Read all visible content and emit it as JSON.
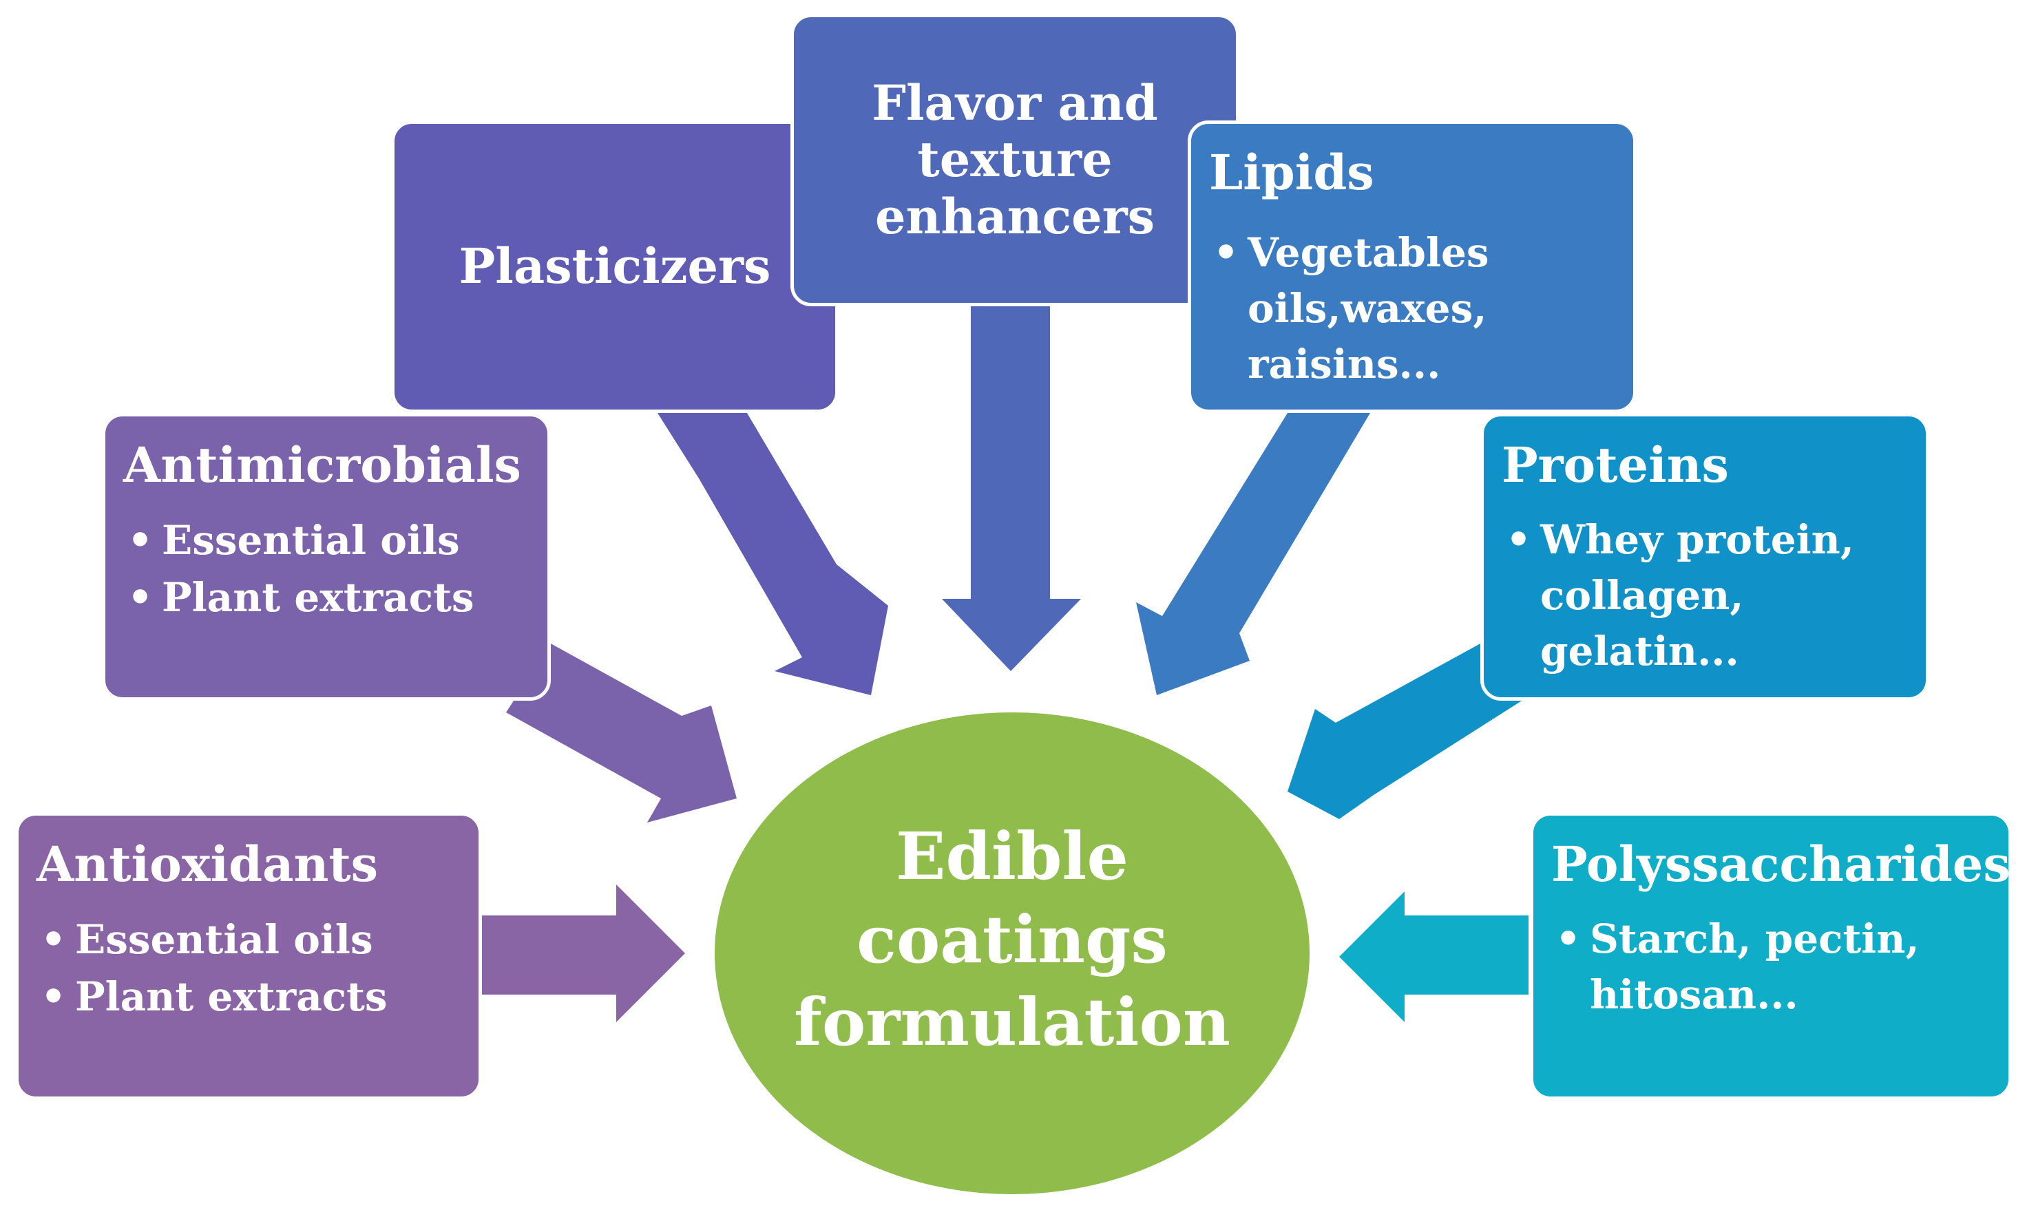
{
  "center": {
    "lines": [
      "Edible",
      "coatings",
      "formulation"
    ],
    "color": "#8fbc4b"
  },
  "boxes": {
    "antioxidants": {
      "title": "Antioxidants",
      "items": [
        "Essential oils",
        "Plant extracts"
      ],
      "color": "#8a65a5"
    },
    "antimicrobials": {
      "title": "Antimicrobials",
      "items": [
        "Essential oils",
        "Plant extracts"
      ],
      "color": "#7b63ab"
    },
    "plasticizers": {
      "title": "Plasticizers",
      "items": [],
      "color": "#615cb3"
    },
    "flavor": {
      "title_lines": [
        "Flavor and",
        "texture",
        "enhancers"
      ],
      "color": "#5068b8"
    },
    "lipids": {
      "title": "Lipids",
      "items": [
        "Vegetables oils,waxes, raisins..."
      ],
      "item_lines": [
        "Vegetables",
        "oils,waxes,",
        "raisins..."
      ],
      "color": "#3a7bc1"
    },
    "proteins": {
      "title": "Proteins",
      "item_lines": [
        "Whey protein,",
        "collagen, gelatin..."
      ],
      "color": "#1092c8"
    },
    "polysaccharides": {
      "title": "Polyssaccharides",
      "item_lines": [
        "Starch, pectin,",
        "hitosan..."
      ],
      "color": "#0fadc8"
    }
  },
  "bullet": "•"
}
